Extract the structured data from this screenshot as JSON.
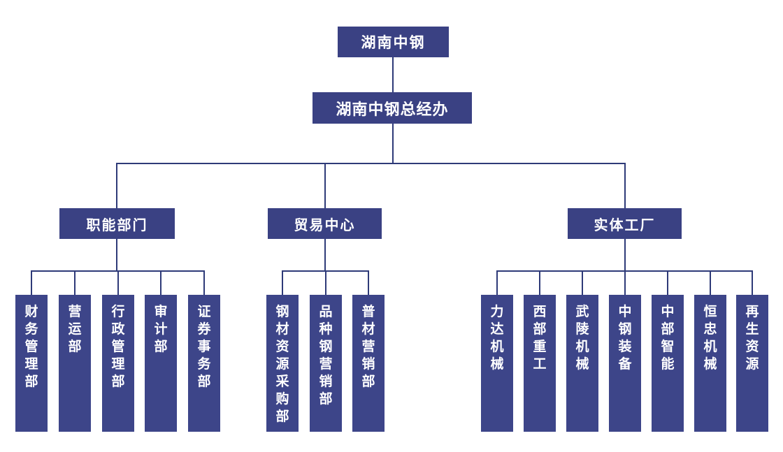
{
  "chart": {
    "title": "org-structure-diagram",
    "root_label": "湖南中钢",
    "office_label": "湖南中钢总经办",
    "branches": [
      {
        "label": "职能部门",
        "children": [
          "财务管理部",
          "营运部",
          "行政管理部",
          "审计部",
          "证券事务部"
        ]
      },
      {
        "label": "贸易中心",
        "children": [
          "钢材资源采购部",
          "品种钢营销部",
          "普材营销部"
        ]
      },
      {
        "label": "实体工厂",
        "children": [
          "力达机械",
          "西部重工",
          "武陵机械",
          "中钢装备",
          "中部智能",
          "恒忠机械",
          "再生资源"
        ]
      }
    ],
    "colors": {
      "header_box_fill": "#3a4183",
      "leaf_box_fill": "#3d4589",
      "connector_line": "#2e3a78",
      "text": "#ffffff",
      "background": "#ffffff"
    }
  }
}
